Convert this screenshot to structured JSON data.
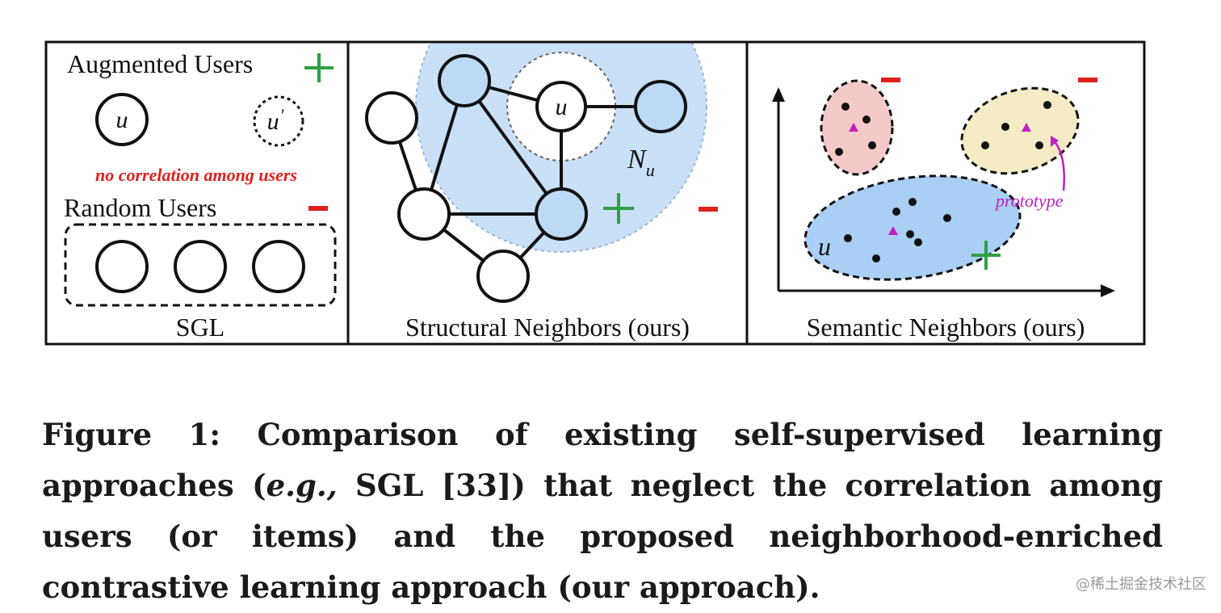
{
  "panels": {
    "sgl": {
      "augmented_title": "Augmented Users",
      "node_u": "u",
      "node_u_prime_base": "u",
      "node_u_prime_mark": "′",
      "no_correlation_note": "no correlation among users",
      "random_title": "Random Users",
      "caption": "SGL"
    },
    "structural": {
      "node_u": "u",
      "neighborhood_label_base": "N",
      "neighborhood_label_sub": "u",
      "caption": "Structural Neighbors (ours)"
    },
    "semantic": {
      "prototype_label": "prototype",
      "node_u": "u",
      "caption": "Semantic Neighbors (ours)"
    }
  },
  "signs": {
    "plus": "+",
    "minus": "−"
  },
  "colors": {
    "plus": "#2ea043",
    "minus": "#e0201d",
    "note_red": "#e0201d",
    "prototype_magenta": "#c21fc2",
    "neighborhood_blue": "#c9e0f7",
    "node_blue": "#bcd9f5",
    "cluster_pink": "#f6c9c9",
    "cluster_yellow": "#f5ecc6",
    "cluster_blue": "#a9cff4"
  },
  "caption": {
    "label": "Figure 1:",
    "part1": " Comparison of existing self-supervised learning approaches (",
    "eg": "e.g.,",
    "part2": " SGL [33]) that neglect the correlation among users (or items) and the proposed neighborhood-enriched contrastive learning approach (our approach)."
  },
  "watermark": "@稀土掘金技术社区"
}
